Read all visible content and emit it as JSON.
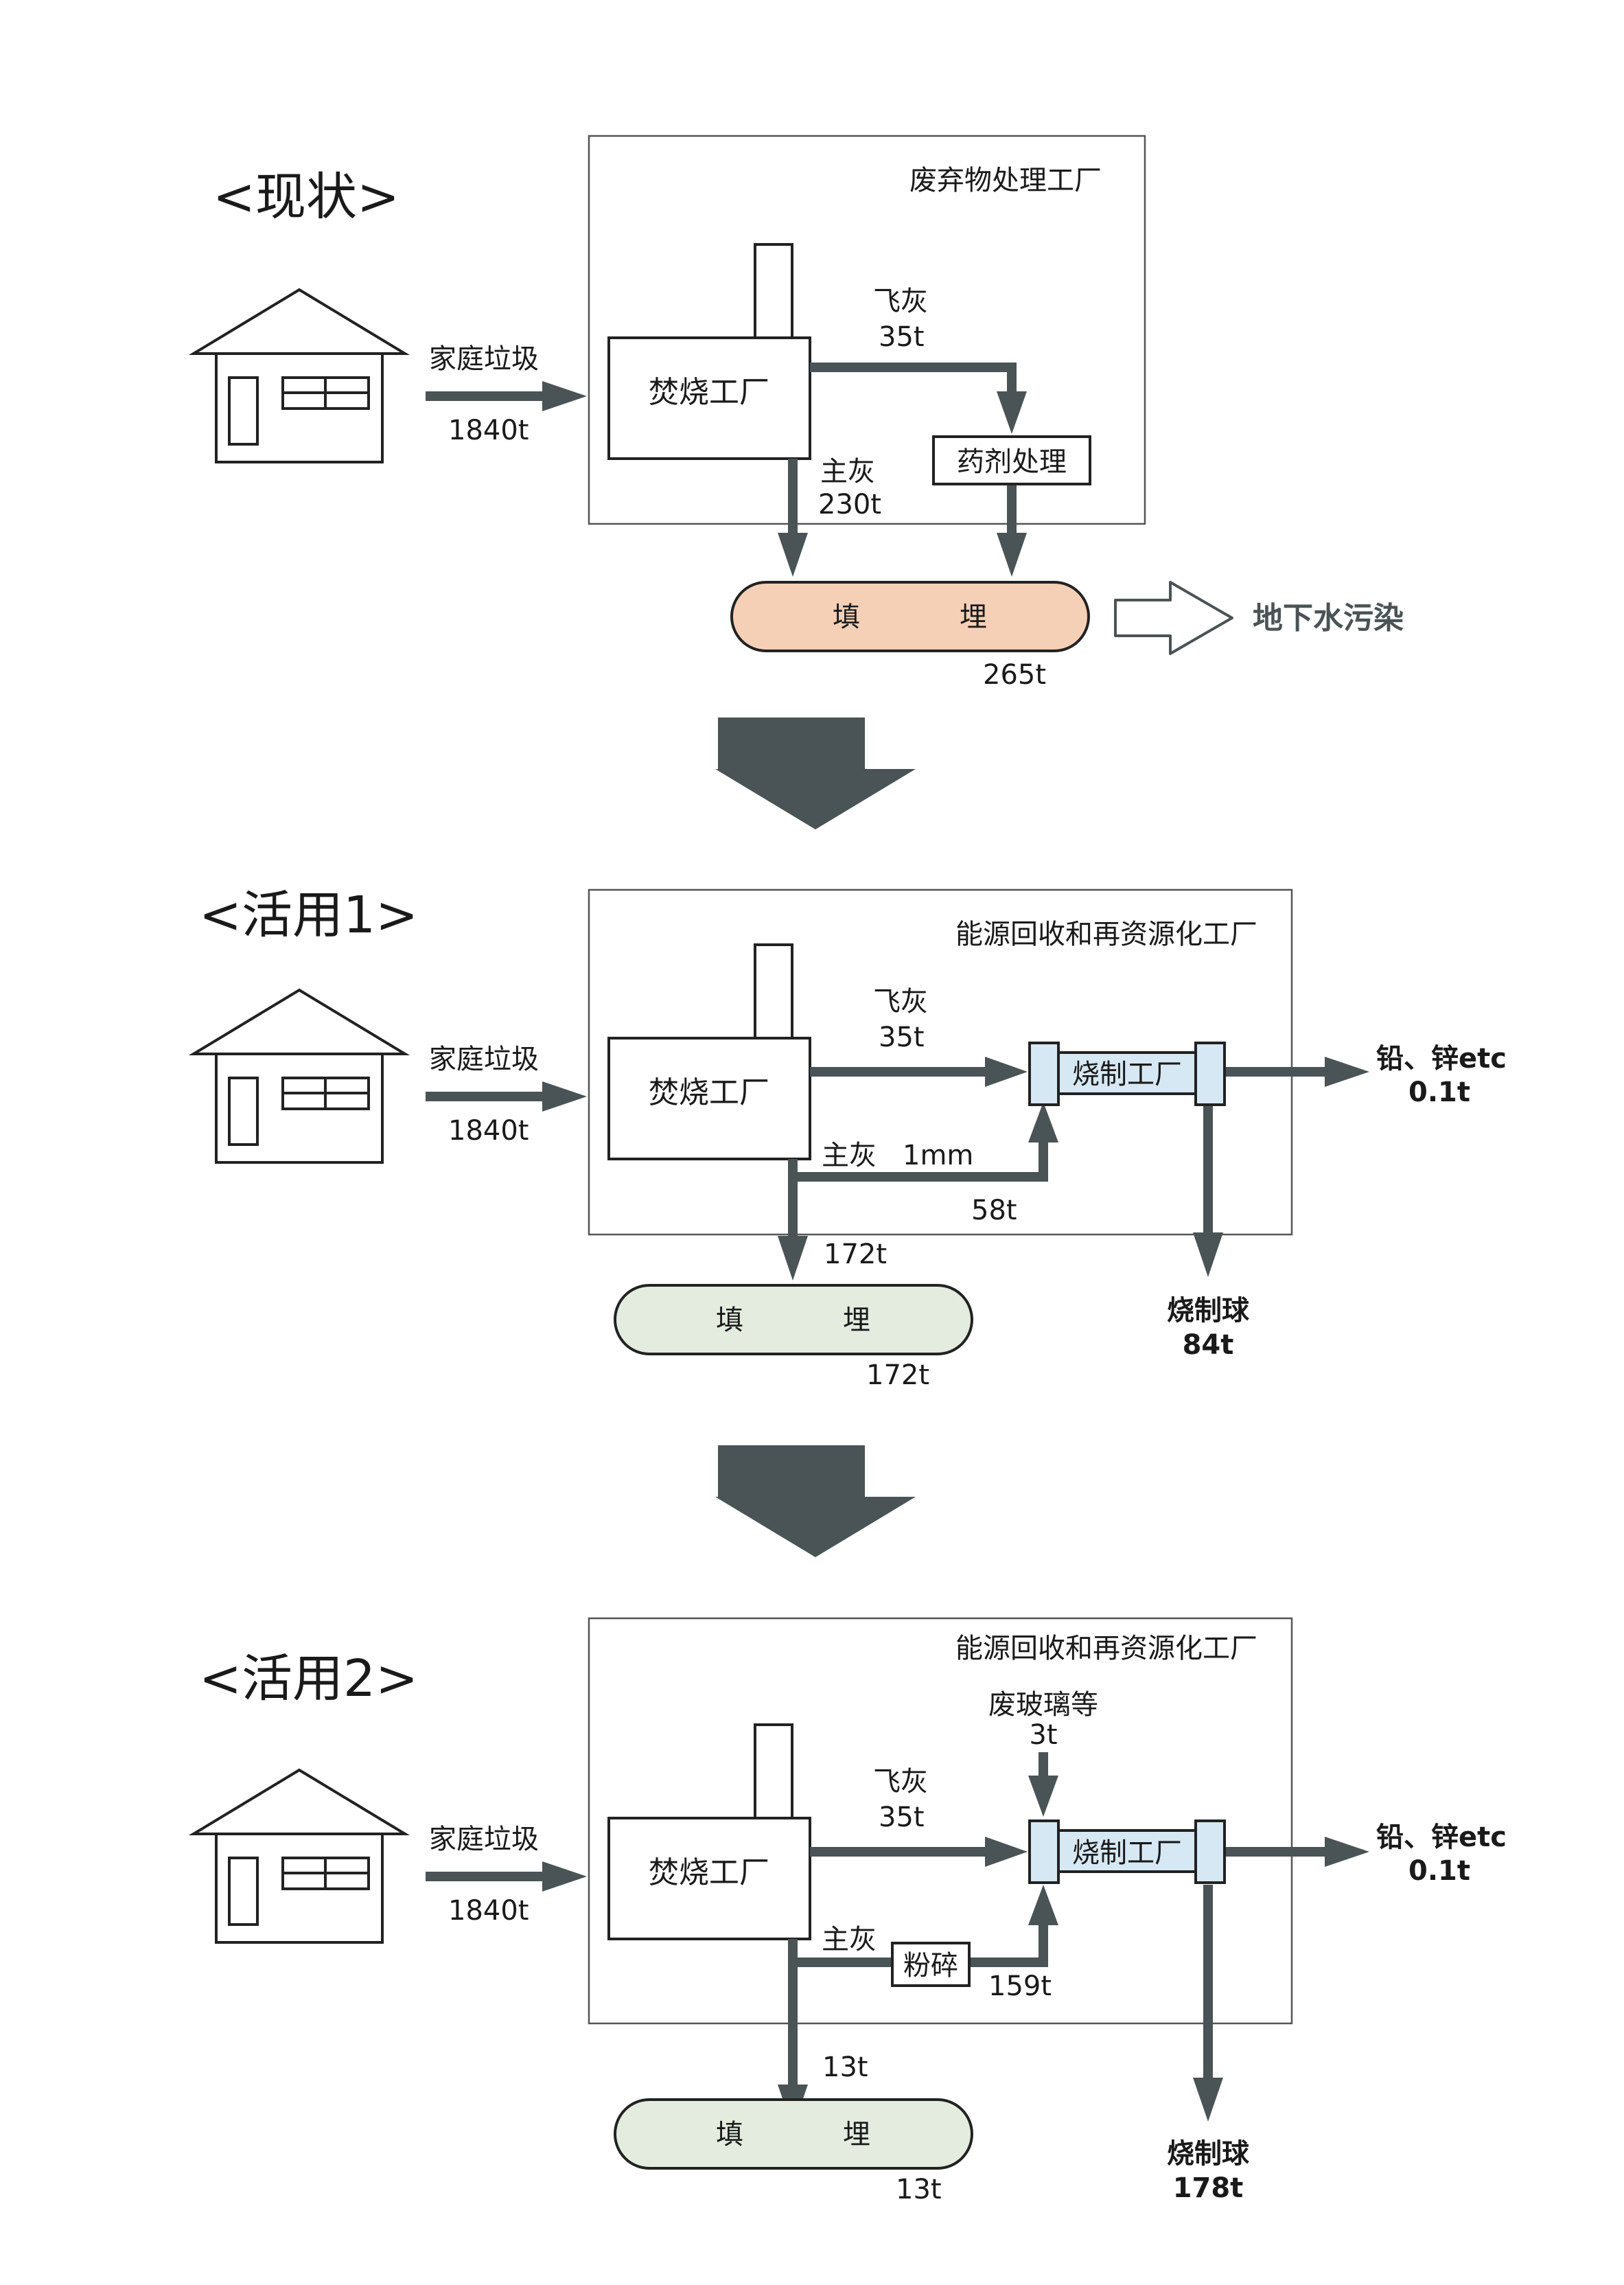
{
  "colors": {
    "arrow": "#4a5355",
    "landfill_current": "#f5d0b7",
    "landfill_reuse": "#e3ecdf",
    "sinter_box": "#d6e8f3",
    "frame": "#555555"
  },
  "section_current": {
    "title": "<现状>",
    "facility_label": "废弃物处理工厂",
    "household_label": "家庭垃圾",
    "household_amount": "1840t",
    "incinerator_label": "焚烧工厂",
    "fly_ash_label": "飞灰",
    "fly_ash_amount": "35t",
    "chemical_label": "药剂处理",
    "main_ash_label": "主灰",
    "main_ash_amount": "230t",
    "landfill_char1": "填",
    "landfill_char2": "埋",
    "landfill_amount": "265t",
    "impact_label": "地下水污染"
  },
  "section_reuse1": {
    "title": "<活用1>",
    "facility_label": "能源回收和再资源化工厂",
    "household_label": "家庭垃圾",
    "household_amount": "1840t",
    "incinerator_label": "焚烧工厂",
    "fly_ash_label": "飞灰",
    "fly_ash_amount": "35t",
    "main_ash_label": "主灰",
    "sieve_label": "1mm",
    "to_sinter_amount": "58t",
    "to_landfill_amount": "172t",
    "sinter_label": "烧制工厂",
    "metals_label": "铅、锌etc",
    "metals_amount": "0.1t",
    "pellets_label": "烧制球",
    "pellets_amount": "84t",
    "landfill_char1": "填",
    "landfill_char2": "埋",
    "landfill_amount": "172t"
  },
  "section_reuse2": {
    "title": "<活用2>",
    "facility_label": "能源回收和再资源化工厂",
    "household_label": "家庭垃圾",
    "household_amount": "1840t",
    "incinerator_label": "焚烧工厂",
    "glass_label": "废玻璃等",
    "glass_amount": "3t",
    "fly_ash_label": "飞灰",
    "fly_ash_amount": "35t",
    "main_ash_label": "主灰",
    "crush_label": "粉碎",
    "to_sinter_amount": "159t",
    "to_landfill_amount": "13t",
    "sinter_label": "烧制工厂",
    "metals_label": "铅、锌etc",
    "metals_amount": "0.1t",
    "pellets_label": "烧制球",
    "pellets_amount": "178t",
    "landfill_char1": "填",
    "landfill_char2": "埋",
    "landfill_amount": "13t"
  }
}
